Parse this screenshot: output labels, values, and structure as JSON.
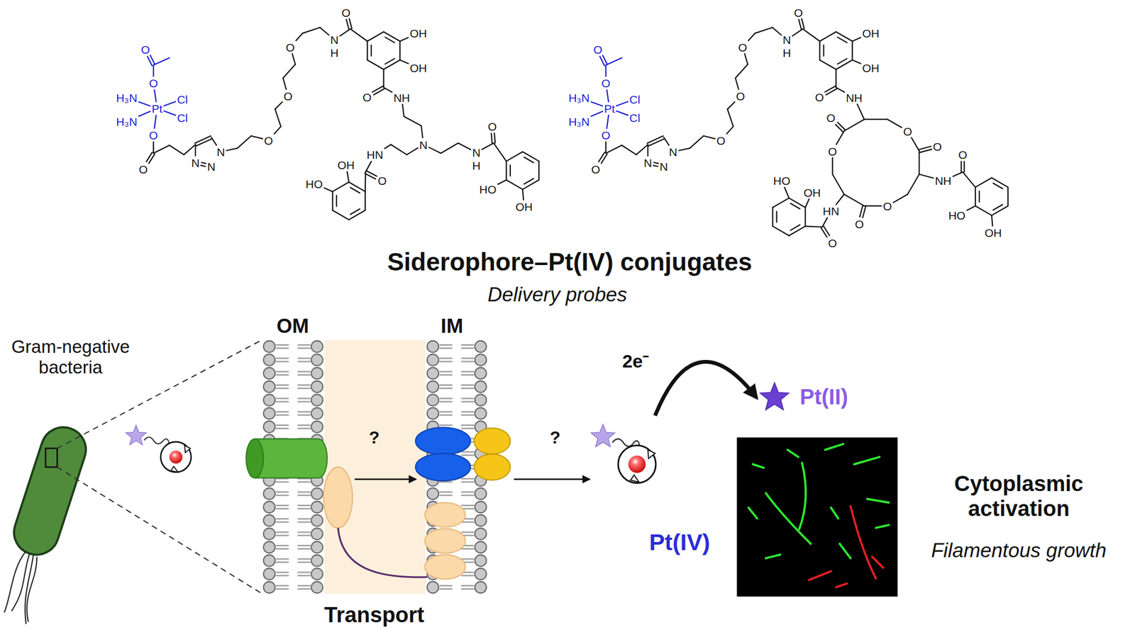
{
  "diagram": {
    "nodes": [
      {
        "text": [
          "Gram-negative bacteria"
        ]
      },
      {
        "text": [
          "OM"
        ]
      },
      {
        "text": [
          "IM"
        ]
      },
      {
        "text": [
          "Pt(IV)"
        ]
      },
      {
        "text": [
          "Pt(II)"
        ]
      },
      {
        "text": [
          "Cytoplasmic activation",
          "Filamentous growth"
        ]
      }
    ],
    "edges": [
      {
        "from": 1,
        "to": 2,
        "arrow": "to",
        "label": "?"
      },
      {
        "from": 2,
        "to": 3,
        "arrow": "to",
        "label": "?"
      },
      {
        "from": 3,
        "to": 4,
        "arrow": "to",
        "label": "2e⁻"
      }
    ],
    "labels": [
      "Siderophore–Pt(IV) conjugates",
      "Delivery probes",
      "Transport",
      "O",
      "O",
      "Pt",
      "H₃N",
      "H₃N",
      "Cl",
      "Cl",
      "O",
      "O",
      "N",
      "N",
      "N",
      "O",
      "O",
      "O",
      "N",
      "H",
      "O",
      "OH",
      "OH",
      "O",
      "NH",
      "N",
      "HN",
      "O",
      "OH",
      "HO",
      "N",
      "H",
      "O",
      "HO",
      "OH",
      "O",
      "O",
      "Pt",
      "H₃N",
      "H₃N",
      "Cl",
      "Cl",
      "O",
      "O",
      "N",
      "N",
      "N",
      "O",
      "O",
      "O",
      "N",
      "H",
      "O",
      "OH",
      "OH",
      "O",
      "NH",
      "O",
      "O",
      "O",
      "O",
      "O",
      "O",
      "NH",
      "O",
      "HO",
      "OH",
      "HN",
      "O",
      "OH",
      "HO"
    ]
  }
}
